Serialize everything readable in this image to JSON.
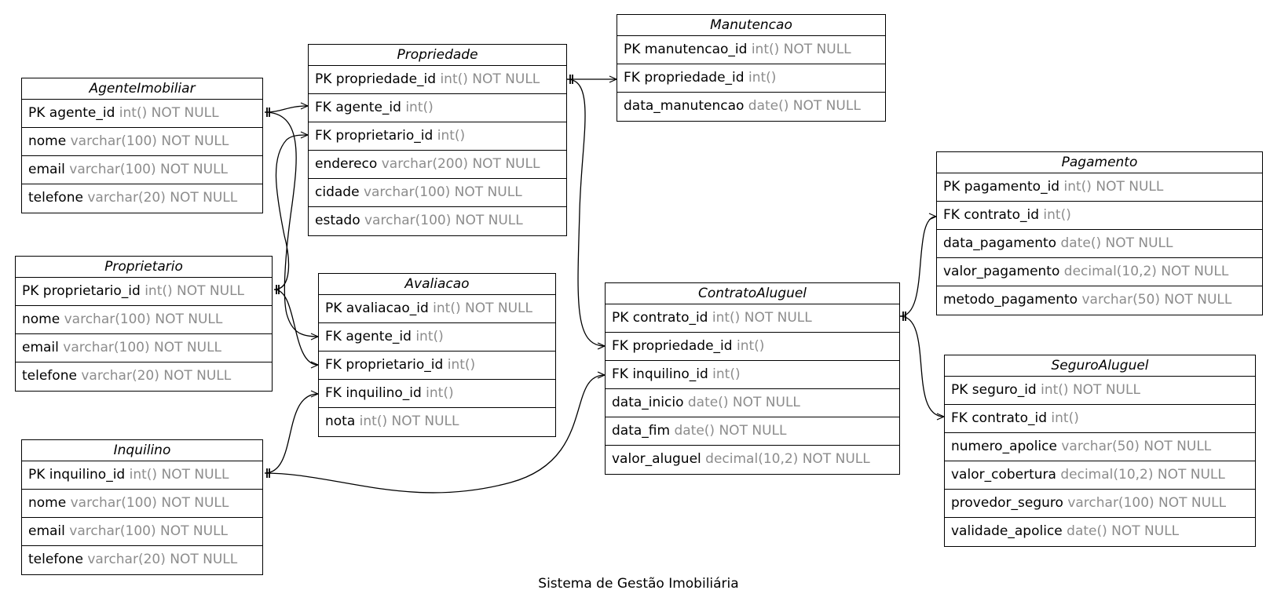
{
  "diagram": {
    "title": "Sistema de Gestão Imobiliária",
    "entities": [
      {
        "id": "manutencao",
        "name": "Manutencao",
        "fields": [
          {
            "name": "PK manutencao_id",
            "type": "int() NOT NULL"
          },
          {
            "name": "FK propriedade_id",
            "type": "int()"
          },
          {
            "name": "data_manutencao",
            "type": "date() NOT NULL"
          }
        ]
      },
      {
        "id": "propriedade",
        "name": "Propriedade",
        "fields": [
          {
            "name": "PK propriedade_id",
            "type": "int() NOT NULL"
          },
          {
            "name": "FK agente_id",
            "type": "int()"
          },
          {
            "name": "FK proprietario_id",
            "type": "int()"
          },
          {
            "name": "endereco",
            "type": "varchar(200) NOT NULL"
          },
          {
            "name": "cidade",
            "type": "varchar(100) NOT NULL"
          },
          {
            "name": "estado",
            "type": "varchar(100) NOT NULL"
          }
        ]
      },
      {
        "id": "agente",
        "name": "AgenteImobiliar",
        "fields": [
          {
            "name": "PK agente_id",
            "type": "int() NOT NULL"
          },
          {
            "name": "nome",
            "type": "varchar(100) NOT NULL"
          },
          {
            "name": "email",
            "type": "varchar(100) NOT NULL"
          },
          {
            "name": "telefone",
            "type": "varchar(20) NOT NULL"
          }
        ]
      },
      {
        "id": "pagamento",
        "name": "Pagamento",
        "fields": [
          {
            "name": "PK pagamento_id",
            "type": "int() NOT NULL"
          },
          {
            "name": "FK contrato_id",
            "type": "int()"
          },
          {
            "name": "data_pagamento",
            "type": "date() NOT NULL"
          },
          {
            "name": "valor_pagamento",
            "type": "decimal(10,2) NOT NULL"
          },
          {
            "name": "metodo_pagamento",
            "type": "varchar(50) NOT NULL"
          }
        ]
      },
      {
        "id": "proprietario",
        "name": "Proprietario",
        "fields": [
          {
            "name": "PK proprietario_id",
            "type": "int() NOT NULL"
          },
          {
            "name": "nome",
            "type": "varchar(100) NOT NULL"
          },
          {
            "name": "email",
            "type": "varchar(100) NOT NULL"
          },
          {
            "name": "telefone",
            "type": "varchar(20) NOT NULL"
          }
        ]
      },
      {
        "id": "avaliacao",
        "name": "Avaliacao",
        "fields": [
          {
            "name": "PK avaliacao_id",
            "type": "int() NOT NULL"
          },
          {
            "name": "FK agente_id",
            "type": "int()"
          },
          {
            "name": "FK proprietario_id",
            "type": "int()"
          },
          {
            "name": "FK inquilino_id",
            "type": "int()"
          },
          {
            "name": "nota",
            "type": "int() NOT NULL"
          }
        ]
      },
      {
        "id": "contrato",
        "name": "ContratoAluguel",
        "fields": [
          {
            "name": "PK contrato_id",
            "type": "int() NOT NULL"
          },
          {
            "name": "FK propriedade_id",
            "type": "int()"
          },
          {
            "name": "FK inquilino_id",
            "type": "int()"
          },
          {
            "name": "data_inicio",
            "type": "date() NOT NULL"
          },
          {
            "name": "data_fim",
            "type": "date() NOT NULL"
          },
          {
            "name": "valor_aluguel",
            "type": "decimal(10,2) NOT NULL"
          }
        ]
      },
      {
        "id": "seguro",
        "name": "SeguroAluguel",
        "fields": [
          {
            "name": "PK seguro_id",
            "type": "int() NOT NULL"
          },
          {
            "name": "FK contrato_id",
            "type": "int()"
          },
          {
            "name": "numero_apolice",
            "type": "varchar(50) NOT NULL"
          },
          {
            "name": "valor_cobertura",
            "type": "decimal(10,2) NOT NULL"
          },
          {
            "name": "provedor_seguro",
            "type": "varchar(100) NOT NULL"
          },
          {
            "name": "validade_apolice",
            "type": "date() NOT NULL"
          }
        ]
      },
      {
        "id": "inquilino",
        "name": "Inquilino",
        "fields": [
          {
            "name": "PK inquilino_id",
            "type": "int() NOT NULL"
          },
          {
            "name": "nome",
            "type": "varchar(100) NOT NULL"
          },
          {
            "name": "email",
            "type": "varchar(100) NOT NULL"
          },
          {
            "name": "telefone",
            "type": "varchar(20) NOT NULL"
          }
        ]
      }
    ],
    "relationships": [
      {
        "from": "propriedade.propriedade_id",
        "to": "manutencao.propriedade_id",
        "cardinality": "one-to-many"
      },
      {
        "from": "agente.agente_id",
        "to": "propriedade.agente_id",
        "cardinality": "one-to-many"
      },
      {
        "from": "agente.agente_id",
        "to": "avaliacao.agente_id",
        "cardinality": "one-to-many"
      },
      {
        "from": "proprietario.proprietario_id",
        "to": "propriedade.proprietario_id",
        "cardinality": "one-to-many"
      },
      {
        "from": "proprietario.proprietario_id",
        "to": "avaliacao.proprietario_id",
        "cardinality": "one-to-many"
      },
      {
        "from": "inquilino.inquilino_id",
        "to": "avaliacao.inquilino_id",
        "cardinality": "one-to-many"
      },
      {
        "from": "inquilino.inquilino_id",
        "to": "contrato.inquilino_id",
        "cardinality": "one-to-many"
      },
      {
        "from": "propriedade.propriedade_id",
        "to": "contrato.propriedade_id",
        "cardinality": "one-to-many"
      },
      {
        "from": "contrato.contrato_id",
        "to": "pagamento.contrato_id",
        "cardinality": "one-to-many"
      },
      {
        "from": "contrato.contrato_id",
        "to": "seguro.contrato_id",
        "cardinality": "one-to-many"
      }
    ]
  }
}
